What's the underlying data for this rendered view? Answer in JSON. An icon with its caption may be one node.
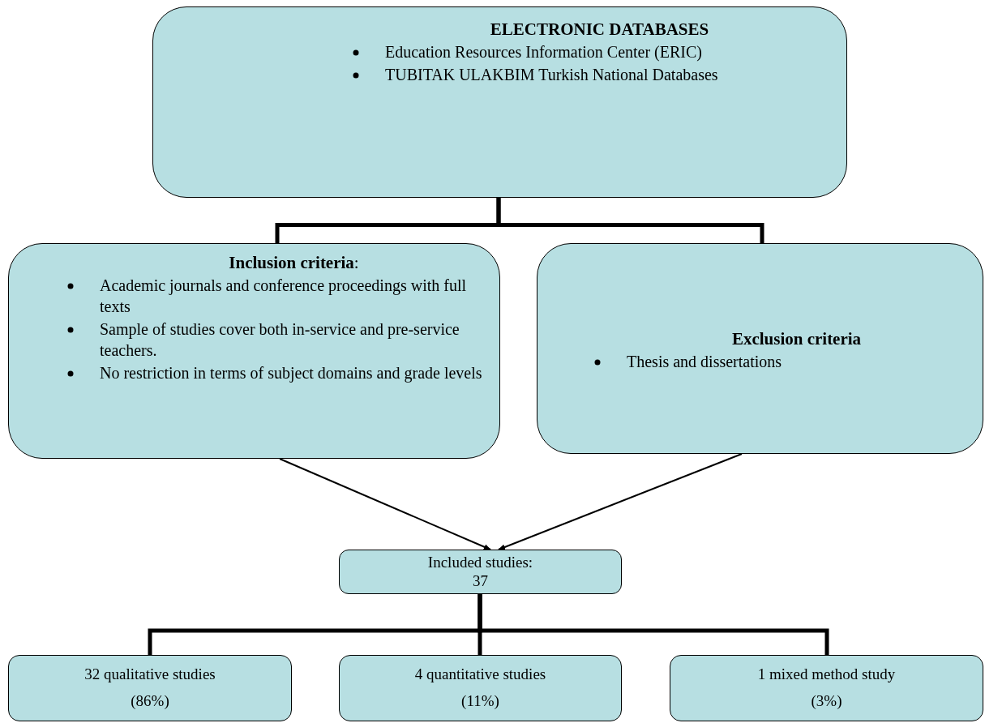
{
  "diagram": {
    "nodes": [
      {
        "text": [
          "ELECTRONIC DATABASES",
          "Education Resources Information Center (ERIC)",
          "TUBITAK ULAKBIM Turkish National Databases"
        ]
      },
      {
        "text": [
          "**Inclusion criteria**:",
          "Academic journals and conference proceedings with full texts",
          "Sample of studies cover both in-service and pre-service teachers.",
          "No restriction in terms of subject domains and grade levels"
        ]
      },
      {
        "text": [
          "Exclusion criteria",
          "Thesis and dissertations"
        ]
      },
      {
        "text": [
          "Included studies: 37"
        ]
      },
      {
        "text": [
          "32 qualitative studies",
          "(86%)"
        ]
      },
      {
        "text": [
          "4 quantitative studies",
          "(11%)"
        ]
      },
      {
        "text": [
          "1 mixed method study",
          "(3%)"
        ]
      }
    ],
    "edges": [
      {
        "from": 0,
        "to": 1,
        "arrow": "none"
      },
      {
        "from": 0,
        "to": 2,
        "arrow": "none"
      },
      {
        "from": 1,
        "to": 3,
        "arrow": "to"
      },
      {
        "from": 2,
        "to": 3,
        "arrow": "to"
      },
      {
        "from": 3,
        "to": 4,
        "arrow": "none"
      },
      {
        "from": 3,
        "to": 5,
        "arrow": "none"
      },
      {
        "from": 3,
        "to": 6,
        "arrow": "none"
      }
    ]
  }
}
